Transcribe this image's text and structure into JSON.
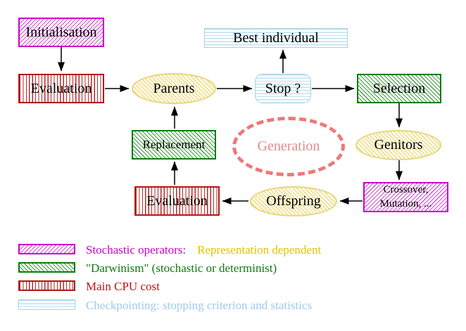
{
  "nodes": {
    "initialisation": "Initialisation",
    "evaluation_top": "Evaluation",
    "parents": "Parents",
    "best_individual": "Best individual",
    "stop": "Stop ?",
    "selection": "Selection",
    "generation": "Generation",
    "genitors": "Genitors",
    "replacement": "Replacement",
    "evaluation_bottom": "Evaluation",
    "offspring": "Offspring",
    "crossover_line1": "Crossover,",
    "crossover_line2": "Mutation, ..."
  },
  "legend": {
    "stochastic": {
      "text": "Stochastic operators:",
      "suffix": "Representation dependent"
    },
    "darwinism": {
      "text": "\"Darwinism\" (stochastic or determinist)"
    },
    "cpu": {
      "text": "Main CPU cost"
    },
    "checkpointing": {
      "text": "Checkpointing: stopping criterion and statistics"
    }
  },
  "colors": {
    "stochastic_magenta": "#cc00cc",
    "darwinism_green": "#0e7c0e",
    "cpu_red": "#b01818",
    "checkpoint_cyan": "#a5d2e6",
    "operator_yellow": "#e7d77b",
    "generation_salmon": "#ee7878",
    "representation_gold": "#e3c400"
  }
}
